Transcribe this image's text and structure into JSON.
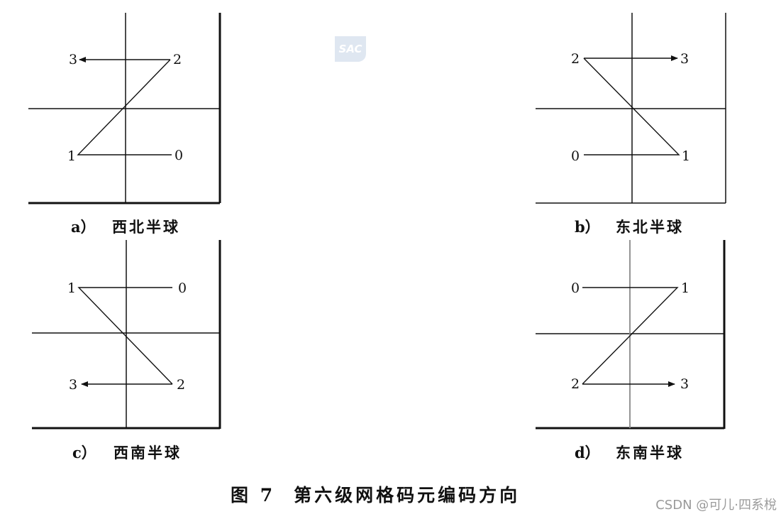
{
  "panels": [
    {
      "id": "a",
      "tag": "a）",
      "caption": "西北半球",
      "p0": "0",
      "p1": "1",
      "p2": "2",
      "p3": "3"
    },
    {
      "id": "b",
      "tag": "b）",
      "caption": "东北半球",
      "p0": "0",
      "p1": "1",
      "p2": "2",
      "p3": "3"
    },
    {
      "id": "c",
      "tag": "c）",
      "caption": "西南半球",
      "p0": "0",
      "p1": "1",
      "p2": "2",
      "p3": "3"
    },
    {
      "id": "d",
      "tag": "d）",
      "caption": "东南半球",
      "p0": "0",
      "p1": "1",
      "p2": "2",
      "p3": "3"
    }
  ],
  "figure": {
    "number": "图 7",
    "title": "第六级网格码元编码方向"
  },
  "logo": {
    "text": "SAC",
    "color": "#c9d6e6"
  },
  "watermark": "CSDN @可儿·四系梲"
}
